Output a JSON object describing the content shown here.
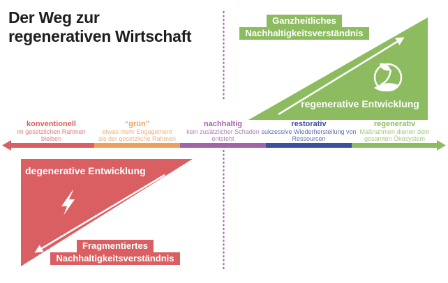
{
  "title": {
    "text": "Der Weg zur\nregenerativen Wirtschaft",
    "color": "#1e1e1c"
  },
  "divider": {
    "style": "dashed-vertical",
    "color": "#a164a8"
  },
  "axis": {
    "direction": "left-and-right-arrows",
    "stages": [
      {
        "label": "konventionell",
        "description": "im gesetzlichen Rahmen bleiben",
        "color": "#d95f62"
      },
      {
        "label": "“grün”",
        "description": "etwas mehr Engagement als der gesetzliche Rahmen",
        "color": "#eba15e"
      },
      {
        "label": "nachhaltig",
        "description": "kein zusätzlicher Schaden entsteht",
        "color": "#a164a8"
      },
      {
        "label": "restorativ",
        "description": "sukzessive Wiederherstellung von Ressourcen",
        "color": "#3d4f9c"
      },
      {
        "label": "regenerativ",
        "description": "Maßnahmen dienen dem gesamten Ökosystem",
        "color": "#8cbc5f"
      }
    ]
  },
  "upper_triangle": {
    "badge_line1": "Ganzheitliches",
    "badge_line2": "Nachhaltigkeitsverständnis",
    "label": "regenerative Entwicklung",
    "icon": "plant-in-circle",
    "color": "#8cbc5f",
    "arrow_direction": "up-right",
    "arrow_color": "#ffffff"
  },
  "lower_triangle": {
    "label": "degenerative Entwicklung",
    "badge_line1": "Fragmentiertes",
    "badge_line2": "Nachhaltigkeitsverständnis",
    "icon": "lightning-bolt",
    "color": "#d95f62",
    "arrow_direction": "down-left",
    "arrow_color": "#ffffff"
  }
}
